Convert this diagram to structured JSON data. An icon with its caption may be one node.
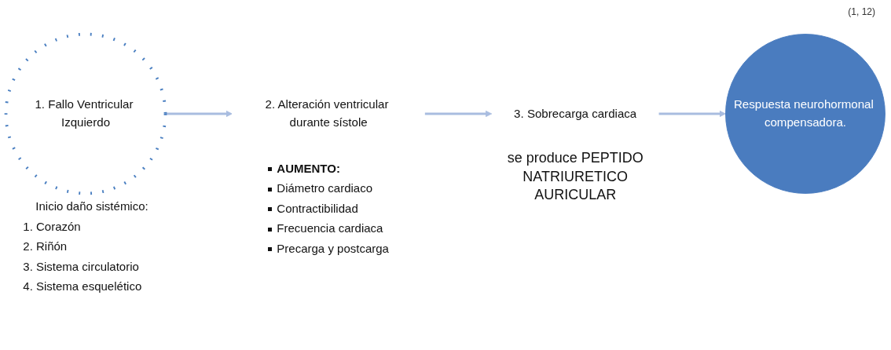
{
  "diagram": {
    "nodes": [
      {
        "text": [
          "1. Fallo Ventricular Izquierdo"
        ],
        "beside": [
          "Inicio daño sistémico:",
          "1. Corazón",
          "2. Riñón",
          "3. Sistema circulatorio",
          "4. Sistema esquelético"
        ]
      },
      {
        "text": [
          "2. Alteración ventricular durante sístole"
        ],
        "beside": [
          "AUMENTO:",
          "Diámetro cardiaco",
          "Contractibilidad",
          "Frecuencia cardiaca",
          "Precarga y postcarga"
        ]
      },
      {
        "text": [
          "3. Sobrecarga cardiaca"
        ],
        "beside": [
          "se produce PEPTIDO NATRIURETICO AURICULAR"
        ]
      },
      {
        "text": [
          "Respuesta neurohormonal compensadora."
        ]
      }
    ],
    "edges": [
      {
        "from": 0,
        "to": 1,
        "arrow": "to"
      },
      {
        "from": 1,
        "to": 2,
        "arrow": "to"
      },
      {
        "from": 2,
        "to": 3,
        "arrow": "to"
      }
    ],
    "labels": [
      "(1, 12)"
    ]
  }
}
